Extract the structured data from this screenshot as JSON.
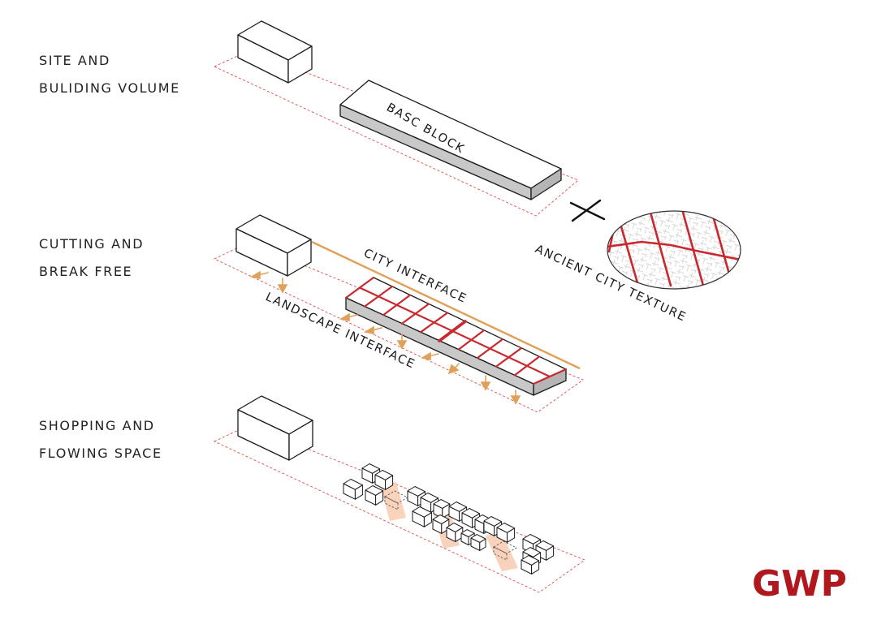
{
  "steps": [
    {
      "line1": "SITE AND",
      "line2": "BULIDING VOLUME"
    },
    {
      "line1": "CUTTING AND",
      "line2": "BREAK FREE"
    },
    {
      "line1": "SHOPPING AND",
      "line2": "FLOWING SPACE"
    }
  ],
  "labels": {
    "basc_block": "BASC BLOCK",
    "city_interface": "CITY INTERFACE",
    "landscape_interface": "LANDSCAPE INTERFACE",
    "ancient_city_texture": "ANCIENT CITY TEXTURE"
  },
  "operator_symbol": "+",
  "logo": "GWP",
  "colors": {
    "outline": "#1a1a1a",
    "site_boundary": "#e04b4b",
    "grid_red": "#c8282e",
    "interface_orange": "#e0a05a",
    "flow_highlight": "#f7c4a6",
    "logo": "#b0181d"
  }
}
